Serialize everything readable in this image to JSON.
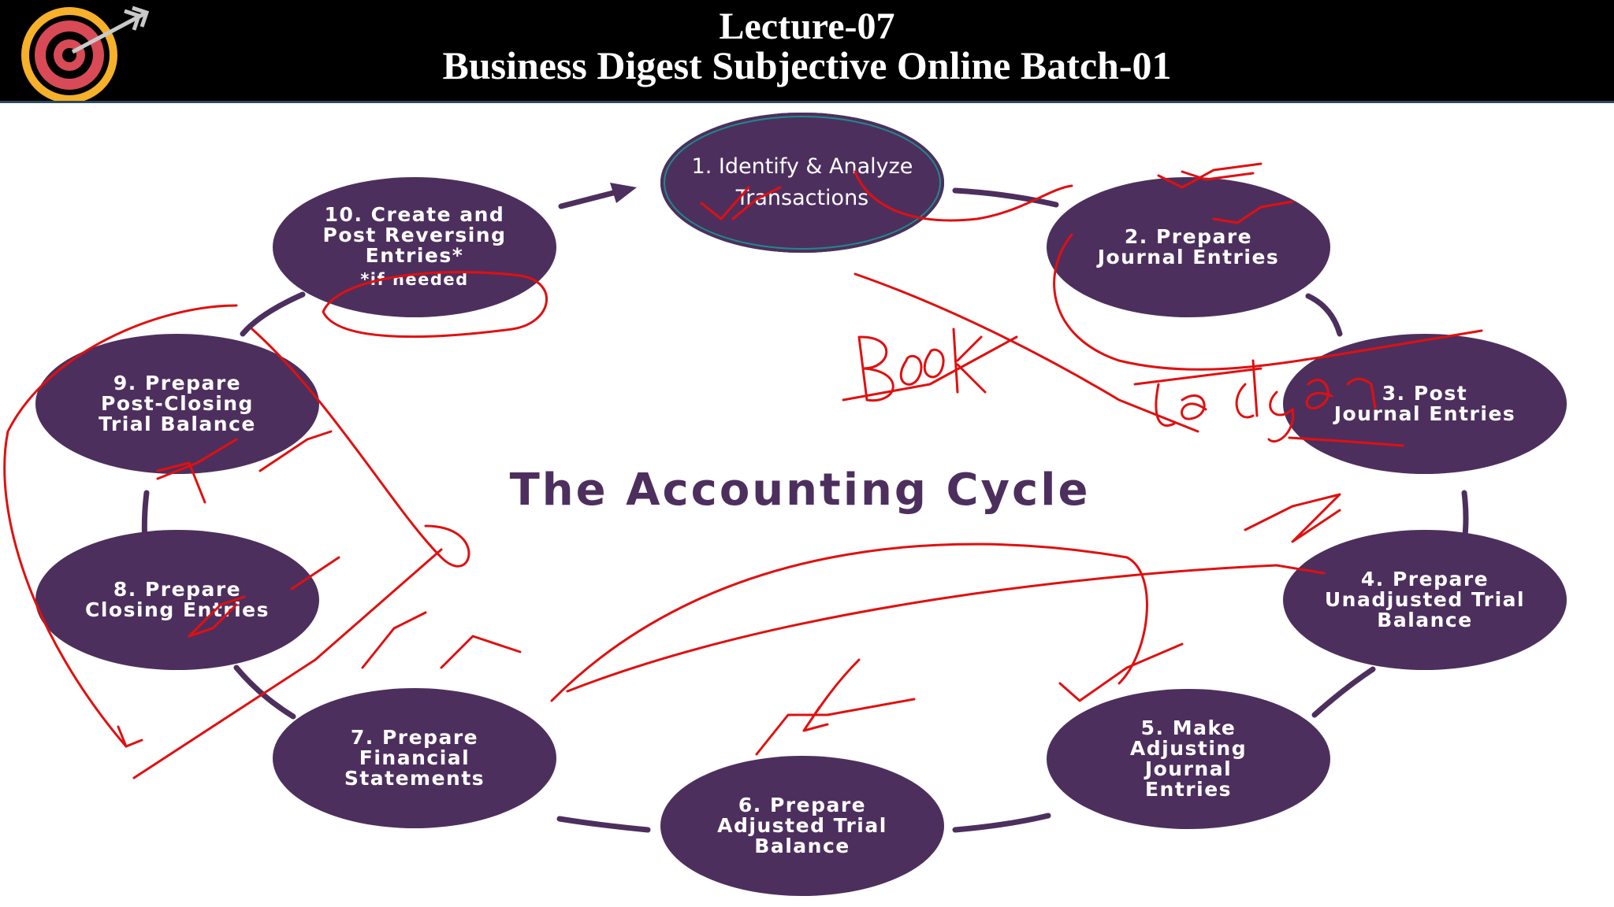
{
  "header": {
    "line1": "Lecture-07",
    "line2": "Business Digest Subjective Online Batch-01"
  },
  "diagram": {
    "center_title": "The Accounting Cycle",
    "steps": [
      {
        "label": "1. Identify & Analyze\nTransactions"
      },
      {
        "label": "2. Prepare\nJournal Entries"
      },
      {
        "label": "3. Post\nJournal Entries"
      },
      {
        "label": "4. Prepare\nUnadjusted Trial\nBalance"
      },
      {
        "label": "5. Make\nAdjusting\nJournal\nEntries"
      },
      {
        "label": "6. Prepare\nAdjusted Trial\nBalance"
      },
      {
        "label": "7. Prepare\nFinancial\nStatements"
      },
      {
        "label": "8. Prepare\nClosing Entries"
      },
      {
        "label": "9. Prepare\nPost-Closing\nTrial Balance"
      },
      {
        "label": "10. Create and\nPost Reversing\nEntries*",
        "note": "*if needed"
      }
    ]
  },
  "annotations": {
    "note_book": "Book",
    "note_ledger": "Ledger"
  },
  "colors": {
    "node_fill": "#4d2f5e",
    "node_border_teal": "#1f8a8a",
    "ink_red": "#e01010",
    "header_bg": "#000000"
  },
  "icons": [
    "target-logo-icon",
    "arrow-icon"
  ]
}
